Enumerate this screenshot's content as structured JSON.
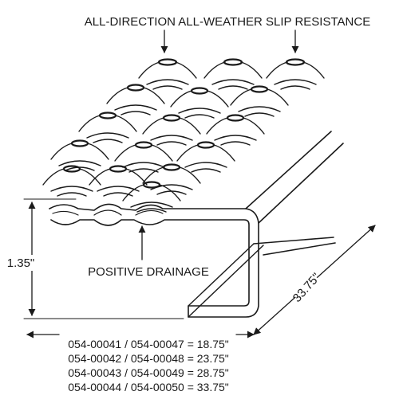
{
  "diagram": {
    "top_label": "ALL-DIRECTION ALL-WEATHER SLIP RESISTANCE",
    "drainage_label": "POSITIVE DRAINAGE",
    "height_label": "1.35\"",
    "length_label": "33.75\"",
    "width_labels": [
      "054-00041 / 054-00047 = 18.75\"",
      "054-00042 / 054-00048 = 23.75\"",
      "054-00043 / 054-00049 = 28.75\"",
      "054-00044 / 054-00050 = 33.75\""
    ],
    "colors": {
      "line": "#1a1a1a",
      "background": "#ffffff"
    }
  }
}
